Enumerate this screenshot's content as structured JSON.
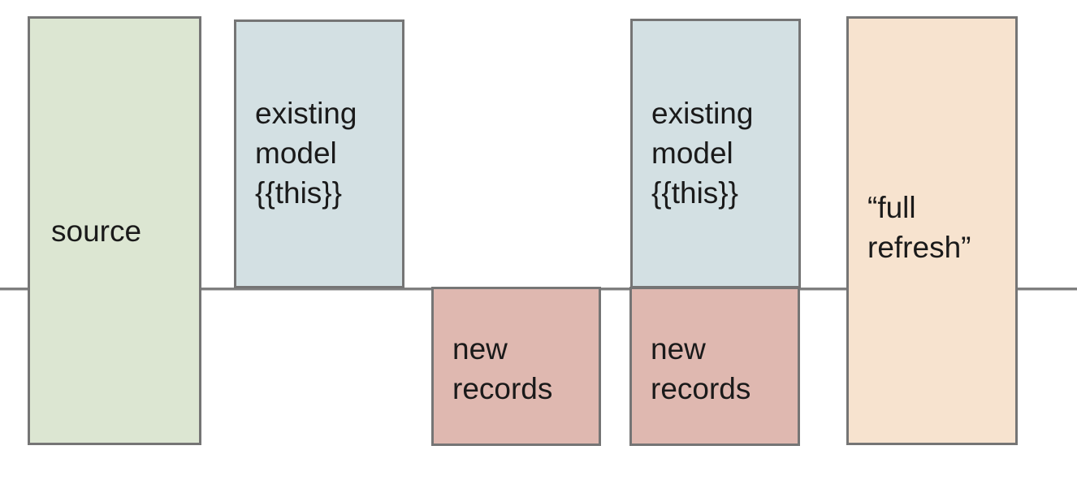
{
  "diagram": {
    "title": "incremental model full refresh diagram",
    "background_color": "#ffffff",
    "axis": {
      "name": "baseline",
      "color": "#7f7f7f",
      "orientation": "horizontal"
    },
    "nodes": [
      {
        "id": "source",
        "label": "source",
        "fill": "#dce6d2",
        "stroke": "#757575"
      },
      {
        "id": "existing-model-1",
        "label": "existing\nmodel\n{{this}}",
        "fill": "#d3e0e3",
        "stroke": "#757575"
      },
      {
        "id": "new-records-1",
        "label": "new\nrecords",
        "fill": "#dfb8b0",
        "stroke": "#757575"
      },
      {
        "id": "existing-model-2",
        "label": "existing\nmodel\n{{this}}",
        "fill": "#d3e0e3",
        "stroke": "#757575"
      },
      {
        "id": "new-records-2",
        "label": "new\nrecords",
        "fill": "#dfb8b0",
        "stroke": "#757575"
      },
      {
        "id": "full-refresh",
        "label": "“full\nrefresh”",
        "fill": "#f7e3cf",
        "stroke": "#757575"
      }
    ]
  }
}
